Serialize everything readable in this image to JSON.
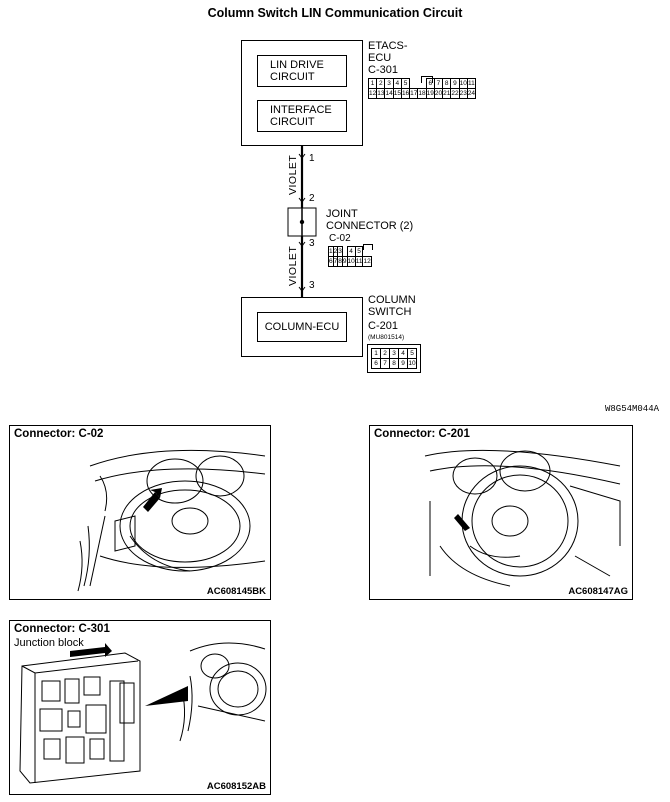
{
  "title": "Column Switch LIN Communication Circuit",
  "etacs": {
    "name_line1": "ETACS-",
    "name_line2": "ECU",
    "connector": "C-301",
    "box1_line1": "LIN DRIVE",
    "box1_line2": "CIRCUIT",
    "box2_line1": "INTERFACE",
    "box2_line2": "CIRCUIT",
    "pins_row1": [
      "1",
      "2",
      "3",
      "4",
      "5",
      "",
      "",
      "6",
      "7",
      "8",
      "9",
      "10",
      "11"
    ],
    "pins_row2": [
      "12",
      "13",
      "14",
      "15",
      "16",
      "17",
      "18",
      "19",
      "20",
      "21",
      "22",
      "23",
      "24"
    ]
  },
  "wire_upper": {
    "color_label": "VIOLET",
    "pin_top": "1",
    "pin_bottom": "2"
  },
  "joint": {
    "name_line1": "JOINT",
    "name_line2": "CONNECTOR (2)",
    "connector": "C-02",
    "pins_row1": [
      "1",
      "2",
      "3",
      "",
      "4",
      "5"
    ],
    "pins_row2": [
      "6",
      "7",
      "8",
      "9",
      "10",
      "11",
      "12"
    ]
  },
  "wire_lower": {
    "color_label": "VIOLET",
    "pin_top": "3",
    "pin_bottom": "3"
  },
  "column": {
    "name_line1": "COLUMN",
    "name_line2": "SWITCH",
    "connector": "C-201",
    "part_no": "(MU801514)",
    "box_label": "COLUMN-ECU",
    "pins_row1": [
      "1",
      "2",
      "3",
      "4",
      "5"
    ],
    "pins_row2": [
      "6",
      "7",
      "8",
      "9",
      "10"
    ]
  },
  "doc_code": "W8G54M044A",
  "panels": [
    {
      "title": "Connector: C-02",
      "subtitle": "",
      "code": "AC608145BK"
    },
    {
      "title": "Connector: C-201",
      "subtitle": "",
      "code": "AC608147AG"
    },
    {
      "title": "Connector: C-301",
      "subtitle": "Junction block",
      "code": "AC608152AB"
    }
  ]
}
